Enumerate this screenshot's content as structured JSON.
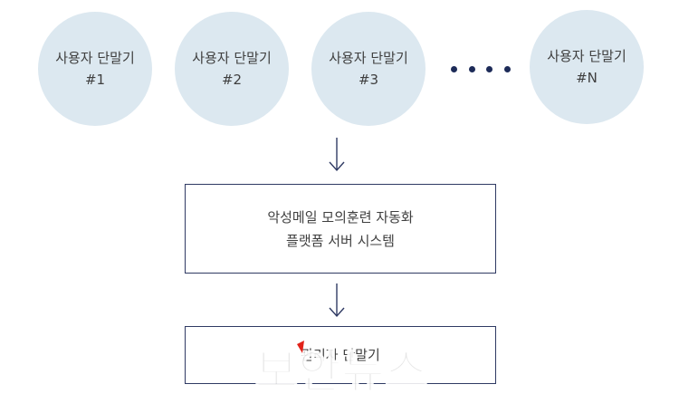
{
  "terminals": [
    {
      "line1": "사용자 단말기",
      "line2": "#1"
    },
    {
      "line1": "사용자 단말기",
      "line2": "#2"
    },
    {
      "line1": "사용자 단말기",
      "line2": "#3"
    },
    {
      "line1": "사용자 단말기",
      "line2": "#N"
    }
  ],
  "ellipsis": "••••",
  "server": {
    "line1": "악성메일 모의훈련 자동화",
    "line2": "플랫폼 서버 시스템"
  },
  "admin": {
    "label": "관리자 단말기"
  },
  "watermark": {
    "text": "보안뉴스",
    "color": "#e0e0e0",
    "accent_color": "#e2231a"
  },
  "colors": {
    "circle_fill": "#dce8f0",
    "border": "#2f3a63",
    "dots": "#1d2b58",
    "arrow": "#2f3a63"
  }
}
